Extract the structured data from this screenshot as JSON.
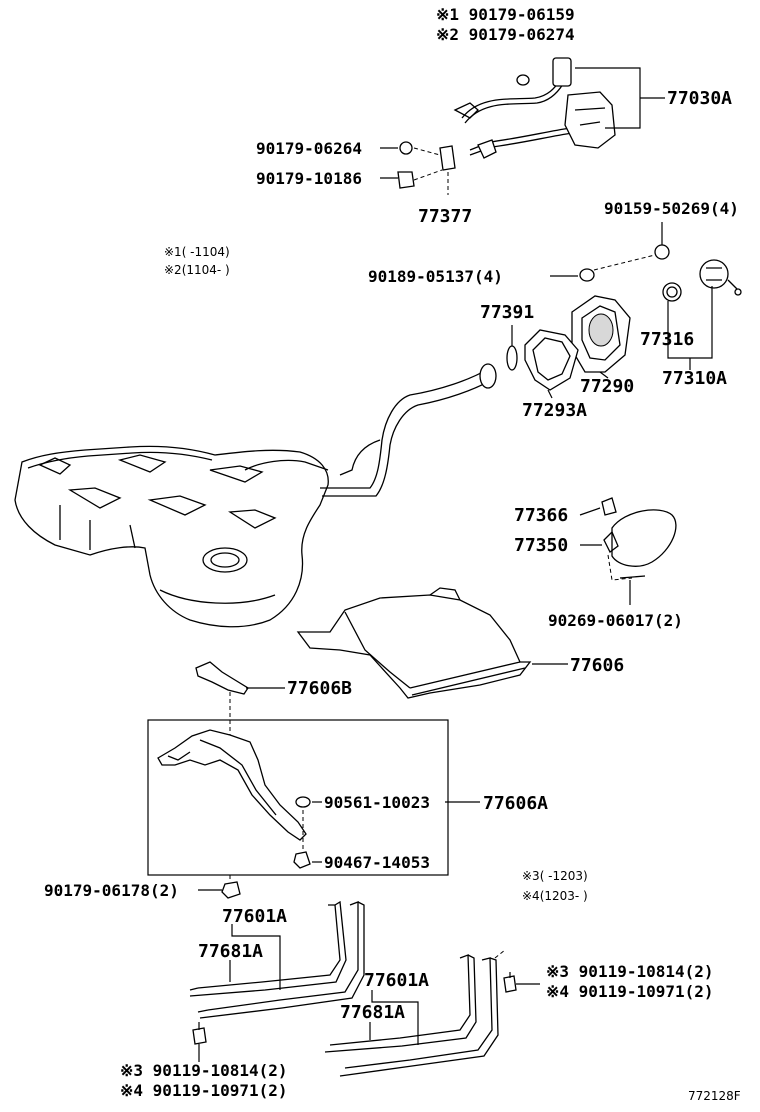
{
  "labels": {
    "p77030A": "77030A",
    "n1_90179_06159": "※1 90179-06159",
    "n2_90179_06274": "※2 90179-06274",
    "p90179_06264": "90179-06264",
    "p90179_10186": "90179-10186",
    "p77377": "77377",
    "p90159_50269": "90159-50269(4)",
    "p90189_05137": "90189-05137(4)",
    "p77391": "77391",
    "p77316": "77316",
    "p77290": "77290",
    "p77310A": "77310A",
    "p77293A": "77293A",
    "p77366": "77366",
    "p77350": "77350",
    "p90269_06017": "90269-06017(2)",
    "p77606": "77606",
    "p77606B": "77606B",
    "p90561_10023": "90561-10023",
    "p77606A": "77606A",
    "p90467_14053": "90467-14053",
    "p90179_06178": "90179-06178(2)",
    "p77601A_left": "77601A",
    "p77681A_left": "77681A",
    "p77601A_right": "77601A",
    "p77681A_right": "77681A",
    "n3_90119_10814_right": "※3 90119-10814(2)",
    "n4_90119_10971_right": "※4 90119-10971(2)",
    "n3_90119_10814_left": "※3 90119-10814(2)",
    "n4_90119_10971_left": "※4 90119-10971(2)"
  },
  "notes": {
    "note1": "※1(   -1104)",
    "note2": "※2(1104-   )",
    "note3": "※3(   -1203)",
    "note4": "※4(1203-   )"
  },
  "figure_id": "772128F"
}
